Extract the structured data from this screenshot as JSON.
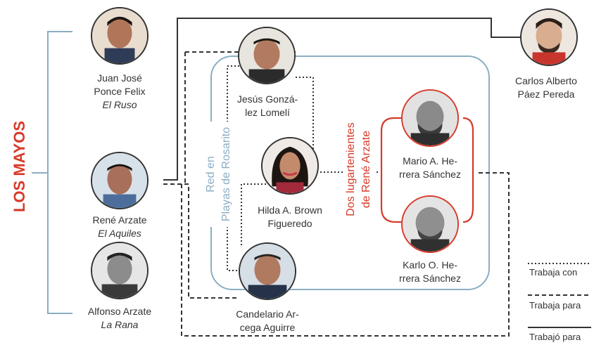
{
  "group_label": "LOS MAYOS",
  "colors": {
    "red": "#d63a2a",
    "blue": "#8aaec3",
    "dark": "#333333"
  },
  "rosarito_label": [
    "Red en",
    "Playas de Rosarito"
  ],
  "lieutenants_label": [
    "Dos lugartenientes",
    "de René Arzate"
  ],
  "people": {
    "juan": {
      "lines": [
        "Juan José",
        "Ponce Felix"
      ],
      "alias": "El Ruso"
    },
    "rene": {
      "lines": [
        "René Arzate"
      ],
      "alias": "El Aquiles"
    },
    "alfonso": {
      "lines": [
        "Alfonso Arzate"
      ],
      "alias": "La Rana"
    },
    "carlos": {
      "lines": [
        "Carlos Alberto",
        "Páez Pereda"
      ],
      "alias": ""
    },
    "jesus": {
      "lines": [
        "Jesús Gonzá-",
        "lez Lomelí"
      ],
      "alias": ""
    },
    "hilda": {
      "lines": [
        "Hilda A. Brown",
        "Figueredo"
      ],
      "alias": ""
    },
    "candelario": {
      "lines": [
        "Candelario Ar-",
        "cega Aguirre"
      ],
      "alias": ""
    },
    "mario": {
      "lines": [
        "Mario A. He-",
        "rrera Sánchez"
      ],
      "alias": ""
    },
    "karlo": {
      "lines": [
        "Karlo O. He-",
        "rrera Sánchez"
      ],
      "alias": ""
    }
  },
  "legend": [
    "Trabaja con",
    "Trabaja para",
    "Trabajó para"
  ]
}
